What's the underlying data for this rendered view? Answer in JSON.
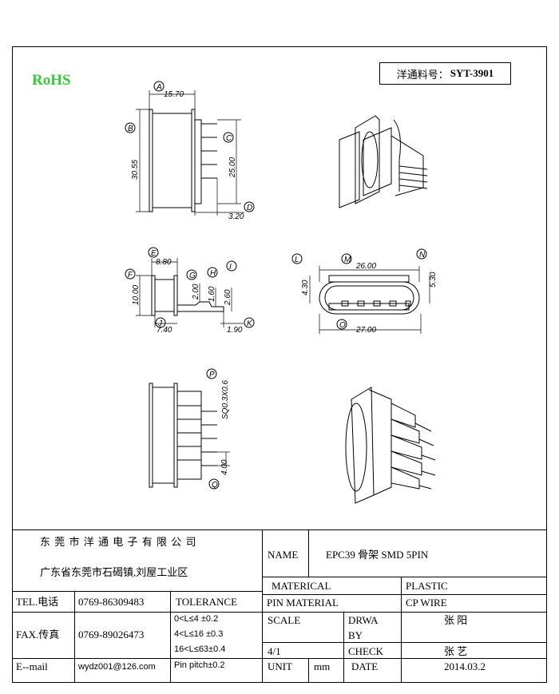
{
  "header": {
    "rohs": "RoHS",
    "rohs_color": "#33cc33",
    "part_label": "洋通料号：",
    "part_number": "SYT-3901"
  },
  "dims": {
    "A": "A",
    "a": "15.70",
    "B": "B",
    "b": "30.55",
    "C": "C",
    "c": "25.00",
    "D": "D",
    "d": "3.20",
    "E": "E",
    "e": "8.80",
    "F": "F",
    "f": "10.00",
    "G": "G",
    "g": "2.00",
    "H": "H",
    "h": "1.60",
    "I": "I",
    "i": "2.60",
    "J": "J",
    "j": "7.40",
    "K": "K",
    "k": "1.90",
    "L": "L",
    "l": "4.30",
    "M": "M",
    "m": "26.00",
    "N": "N",
    "n": "5.30",
    "O": "O",
    "o": "27.00",
    "P": "P",
    "p": "SQ0.3X0.6",
    "Q": "Q",
    "q": "4.00"
  },
  "title_block": {
    "company": "东 莞 市 洋 通 电 子 有 限 公 司",
    "address": "广东省东莞市石碣镇,刘屋工业区",
    "tel_label": "TEL.电话",
    "tel": "0769-86309483",
    "fax_label": "FAX.传真",
    "fax": "0769-89026473",
    "email_label": "E--mail",
    "email": "wydz001@126.com",
    "tolerance_label": "TOLERANCE",
    "tol1": "0<L≤4   ±0.2",
    "tol2": "4<L≤16  ±0.3",
    "tol3": "16<L≤63±0.4",
    "tol4": "Pin pitch±0.2",
    "name_label": "NAME",
    "name_value": "EPC39  骨架 SMD 5PIN",
    "material_label": "MATERICAL",
    "material_value": "PLASTIC",
    "pin_material_label": "PIN MATERIAL",
    "pin_material_value": "CP WIRE",
    "scale_label": "SCALE",
    "scale_value": "4/1",
    "drawn_label_1": "DRWA",
    "drawn_label_2": "BY",
    "drawn_value": "张  阳",
    "check_label": "CHECK",
    "check_value": "张  艺",
    "unit_label": "UNIT",
    "unit_value": "mm",
    "date_label": "DATE",
    "date_value": "2014.03.2"
  }
}
